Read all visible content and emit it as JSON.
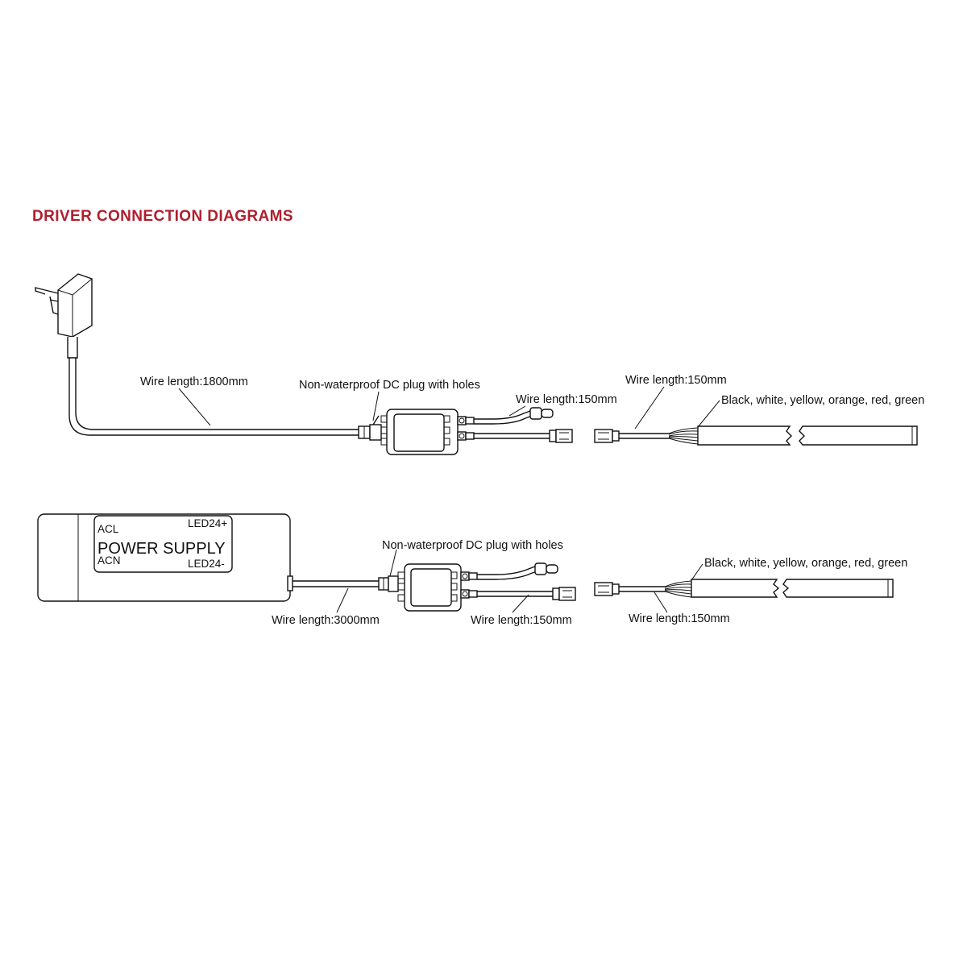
{
  "title": "DRIVER CONNECTION DIAGRAMS",
  "accent_color": "#b01e2d",
  "diagram1": {
    "wire_input": "Wire length:1800mm",
    "dc_plug": "Non-waterproof DC plug with holes",
    "wire_output": "Wire length:150mm",
    "wire_strip": "Wire length:150mm",
    "colors": "Black, white, yellow, orange, red, green"
  },
  "diagram2": {
    "psu": {
      "acl": "ACL",
      "acn": "ACN",
      "name": "POWER SUPPLY",
      "pos": "LED24+",
      "neg": "LED24-"
    },
    "dc_plug": "Non-waterproof DC plug with holes",
    "wire_input": "Wire length:3000mm",
    "wire_output": "Wire length:150mm",
    "wire_strip": "Wire length:150mm",
    "colors": "Black, white, yellow, orange, red, green"
  }
}
